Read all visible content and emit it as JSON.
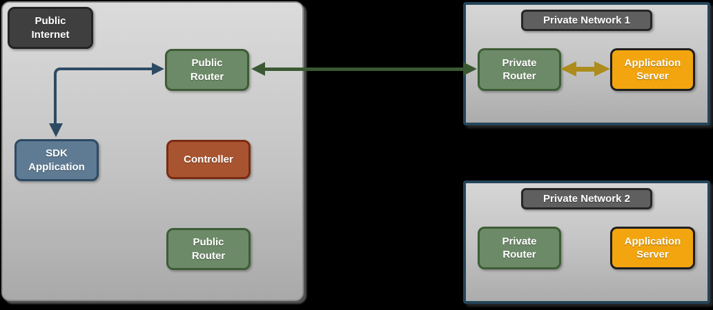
{
  "colors": {
    "page_bg": "#000000",
    "private_container_border": "#24455a",
    "label_dark_fill": "#3f3f3f",
    "label_dark_border": "#232323",
    "header_fill": "#5f5f5f",
    "header_border": "#262626",
    "green_fill": "#6d8a68",
    "green_border": "#3d5c35",
    "blue_fill": "#5e7b93",
    "blue_border": "#2d4a63",
    "red_fill": "#a85430",
    "red_border": "#7a2b10",
    "orange_fill": "#f2a50e",
    "orange_border": "#1f1f1f",
    "arrow_blue": "#2d4a63",
    "arrow_green": "#3a5933",
    "arrow_gold": "#ad8c1d",
    "text": "#ffffff"
  },
  "zones": {
    "public": {
      "label": "Public\nInternet",
      "nodes": {
        "public_router_top": "Public\nRouter",
        "sdk_application": "SDK\nApplication",
        "controller": "Controller",
        "public_router_bottom": "Public\nRouter"
      }
    },
    "private1": {
      "label": "Private Network 1",
      "nodes": {
        "private_router": "Private\nRouter",
        "app_server": "Application\nServer"
      }
    },
    "private2": {
      "label": "Private Network 2",
      "nodes": {
        "private_router": "Private\nRouter",
        "app_server": "Application\nServer"
      }
    }
  },
  "arrows": [
    {
      "name": "sdk-application-to-public-router",
      "from": "public_router_top",
      "to": "sdk_application",
      "style": "elbow",
      "color": "arrow_blue",
      "heads": [
        "right-into-public-router",
        "down-into-sdk-application"
      ]
    },
    {
      "name": "public-router-to-private-router-1",
      "from": "public_router_top",
      "to": "private1.private_router",
      "style": "straight",
      "color": "arrow_green",
      "bidirectional": true
    },
    {
      "name": "private-router-1-to-application-server-1",
      "from": "private1.private_router",
      "to": "private1.app_server",
      "style": "straight",
      "color": "arrow_gold",
      "bidirectional": true
    }
  ]
}
